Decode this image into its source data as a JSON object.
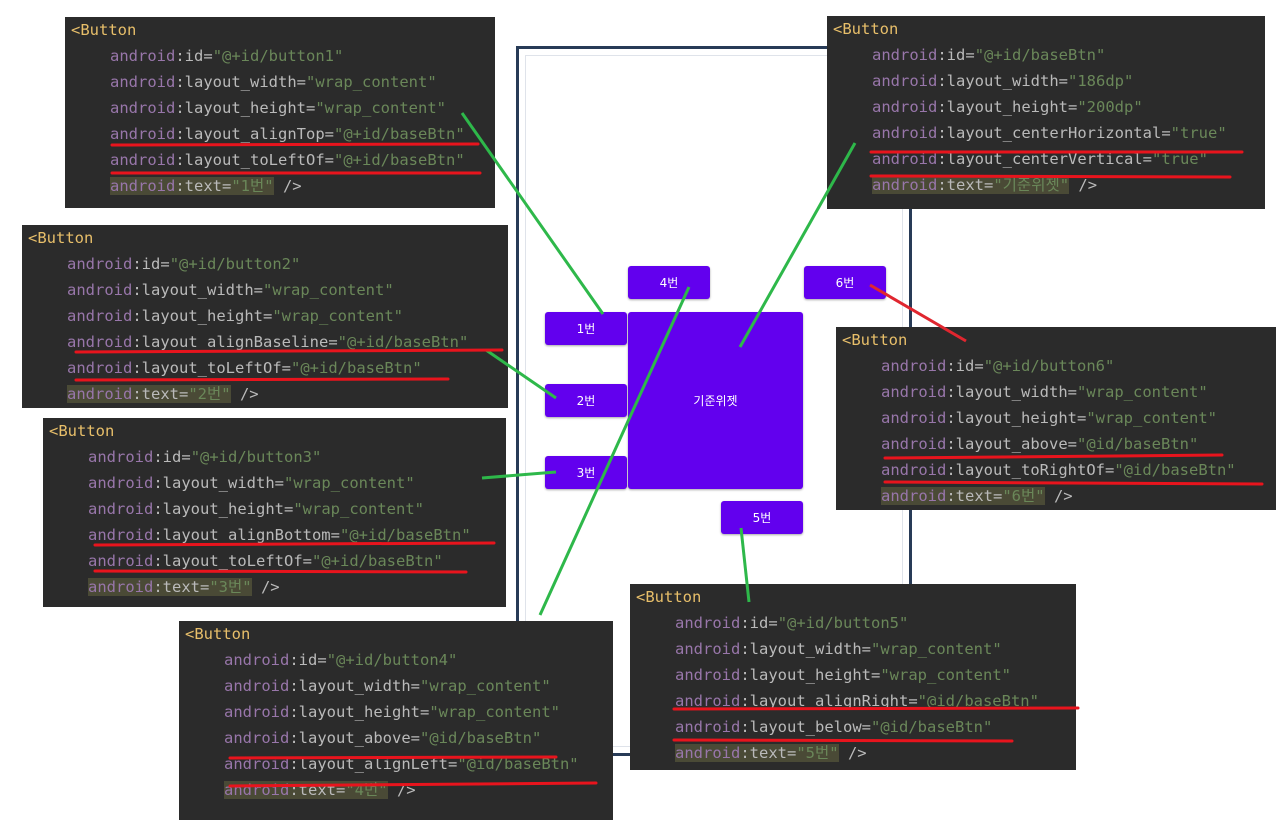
{
  "buttons": {
    "b1": "1번",
    "b2": "2번",
    "b3": "3번",
    "b4": "4번",
    "b5": "5번",
    "b6": "6번",
    "base": "기준위젯"
  },
  "colors": {
    "button_purple": "#6200ee",
    "code_bg": "#2b2b2b",
    "connector_green": "#2eb84a",
    "connector_red": "#e0262f",
    "underline_red": "#e8141d"
  },
  "snippets": {
    "button1": {
      "tag": "<Button",
      "lines": [
        {
          "ns": "android",
          "attr": "id",
          "val": "\"@+id/button1\""
        },
        {
          "ns": "android",
          "attr": "layout_width",
          "val": "\"wrap_content\""
        },
        {
          "ns": "android",
          "attr": "layout_height",
          "val": "\"wrap_content\""
        },
        {
          "ns": "android",
          "attr": "layout_alignTop",
          "val": "\"@+id/baseBtn\""
        },
        {
          "ns": "android",
          "attr": "layout_toLeftOf",
          "val": "\"@+id/baseBtn\""
        },
        {
          "ns": "android",
          "attr": "text",
          "val": "\"1번\"",
          "end": " />"
        }
      ]
    },
    "button2": {
      "tag": "<Button",
      "lines": [
        {
          "ns": "android",
          "attr": "id",
          "val": "\"@+id/button2\""
        },
        {
          "ns": "android",
          "attr": "layout_width",
          "val": "\"wrap_content\""
        },
        {
          "ns": "android",
          "attr": "layout_height",
          "val": "\"wrap_content\""
        },
        {
          "ns": "android",
          "attr": "layout_alignBaseline",
          "val": "\"@+id/baseBtn\""
        },
        {
          "ns": "android",
          "attr": "layout_toLeftOf",
          "val": "\"@+id/baseBtn\""
        },
        {
          "ns": "android",
          "attr": "text",
          "val": "\"2번\"",
          "end": " />"
        }
      ]
    },
    "button3": {
      "tag": "<Button",
      "lines": [
        {
          "ns": "android",
          "attr": "id",
          "val": "\"@+id/button3\""
        },
        {
          "ns": "android",
          "attr": "layout_width",
          "val": "\"wrap_content\""
        },
        {
          "ns": "android",
          "attr": "layout_height",
          "val": "\"wrap_content\""
        },
        {
          "ns": "android",
          "attr": "layout_alignBottom",
          "val": "\"@+id/baseBtn\""
        },
        {
          "ns": "android",
          "attr": "layout_toLeftOf",
          "val": "\"@+id/baseBtn\""
        },
        {
          "ns": "android",
          "attr": "text",
          "val": "\"3번\"",
          "end": " />"
        }
      ]
    },
    "button4": {
      "tag": "<Button",
      "lines": [
        {
          "ns": "android",
          "attr": "id",
          "val": "\"@+id/button4\""
        },
        {
          "ns": "android",
          "attr": "layout_width",
          "val": "\"wrap_content\""
        },
        {
          "ns": "android",
          "attr": "layout_height",
          "val": "\"wrap_content\""
        },
        {
          "ns": "android",
          "attr": "layout_above",
          "val": "\"@id/baseBtn\""
        },
        {
          "ns": "android",
          "attr": "layout_alignLeft",
          "val": "\"@id/baseBtn\""
        },
        {
          "ns": "android",
          "attr": "text",
          "val": "\"4번\"",
          "end": " />"
        }
      ]
    },
    "button5": {
      "tag": "<Button",
      "lines": [
        {
          "ns": "android",
          "attr": "id",
          "val": "\"@+id/button5\""
        },
        {
          "ns": "android",
          "attr": "layout_width",
          "val": "\"wrap_content\""
        },
        {
          "ns": "android",
          "attr": "layout_height",
          "val": "\"wrap_content\""
        },
        {
          "ns": "android",
          "attr": "layout_alignRight",
          "val": "\"@id/baseBtn\""
        },
        {
          "ns": "android",
          "attr": "layout_below",
          "val": "\"@id/baseBtn\""
        },
        {
          "ns": "android",
          "attr": "text",
          "val": "\"5번\"",
          "end": " />"
        }
      ]
    },
    "button6": {
      "tag": "<Button",
      "lines": [
        {
          "ns": "android",
          "attr": "id",
          "val": "\"@+id/button6\""
        },
        {
          "ns": "android",
          "attr": "layout_width",
          "val": "\"wrap_content\""
        },
        {
          "ns": "android",
          "attr": "layout_height",
          "val": "\"wrap_content\""
        },
        {
          "ns": "android",
          "attr": "layout_above",
          "val": "\"@id/baseBtn\""
        },
        {
          "ns": "android",
          "attr": "layout_toRightOf",
          "val": "\"@id/baseBtn\""
        },
        {
          "ns": "android",
          "attr": "text",
          "val": "\"6번\"",
          "end": " />"
        }
      ]
    },
    "baseBtn": {
      "tag": "<Button",
      "lines": [
        {
          "ns": "android",
          "attr": "id",
          "val": "\"@+id/baseBtn\""
        },
        {
          "ns": "android",
          "attr": "layout_width",
          "val": "\"186dp\""
        },
        {
          "ns": "android",
          "attr": "layout_height",
          "val": "\"200dp\""
        },
        {
          "ns": "android",
          "attr": "layout_centerHorizontal",
          "val": "\"true\""
        },
        {
          "ns": "android",
          "attr": "layout_centerVertical",
          "val": "\"true\""
        },
        {
          "ns": "android",
          "attr": "text",
          "val": "\"기준위젯\"",
          "end": " />"
        }
      ]
    }
  }
}
